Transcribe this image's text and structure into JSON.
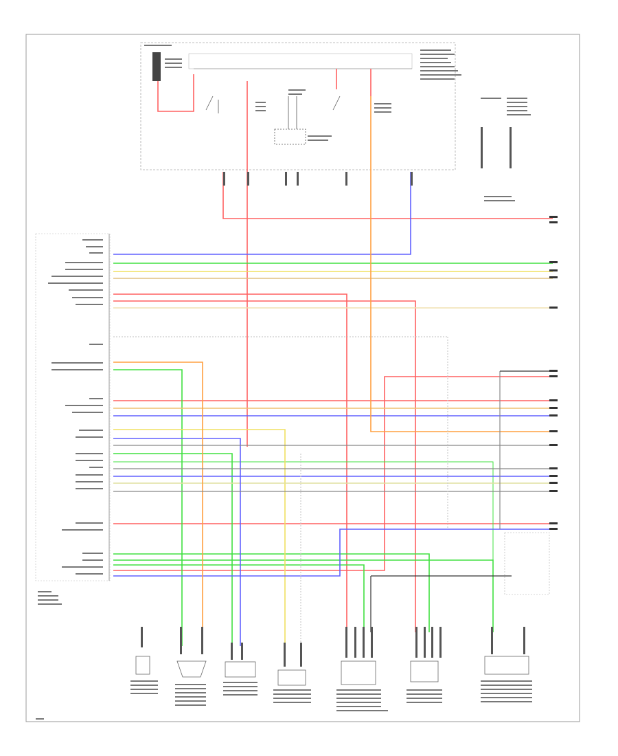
{
  "page_id": "",
  "pcm_block": {
    "pin_labels": [
      "",
      "",
      "",
      "",
      "",
      "",
      "",
      "",
      "",
      "",
      "",
      "",
      "",
      "",
      "",
      "",
      "",
      "",
      "",
      "",
      "",
      "",
      "",
      "",
      "",
      "",
      "",
      "",
      "",
      "",
      "",
      "",
      "",
      "",
      "",
      "",
      "",
      ""
    ]
  },
  "components": [
    {
      "id": "c1",
      "text": ""
    },
    {
      "id": "c2",
      "text": ""
    },
    {
      "id": "c3",
      "text": ""
    },
    {
      "id": "c4",
      "text": ""
    },
    {
      "id": "c5",
      "text": ""
    },
    {
      "id": "c6",
      "text": ""
    },
    {
      "id": "c7",
      "text": ""
    },
    {
      "id": "c8",
      "text": ""
    }
  ],
  "colors": {
    "red": "#ff6060",
    "green": "#40e040",
    "yellow": "#f0e060",
    "blue": "#6060ff",
    "orange": "#ffa040",
    "lightgreen": "#a0f0a0",
    "darkgreen": "#208020",
    "gray": "#888888",
    "dark": "#333333",
    "tan": "#e0c080"
  },
  "footer": {
    "code": ""
  }
}
